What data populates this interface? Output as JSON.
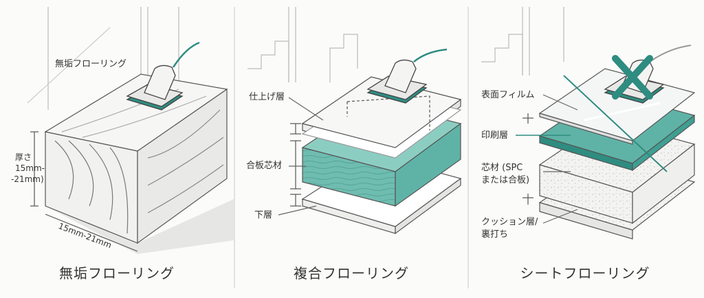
{
  "panels": [
    {
      "caption": "無垢フローリング",
      "labels": {
        "sander_label": "無垢フローリング",
        "thickness_label_1": "厚さ",
        "thickness_label_2": "15mm-",
        "thickness_label_3": "-21mm)",
        "width_label": "15mm-21mm"
      }
    },
    {
      "caption": "複合フローリング",
      "labels": {
        "finish_layer": "仕上げ層",
        "plywood_core": "合板芯材",
        "bottom_layer": "下層"
      }
    },
    {
      "caption": "シートフローリング",
      "labels": {
        "surface_film": "表面フィルム",
        "print_layer": "印刷層",
        "core_1": "芯材 (SPC",
        "core_2": "または合板)",
        "cushion_1": "クッション層/",
        "cushion_2": "裏打ち"
      }
    }
  ],
  "colors": {
    "teal": "#5fb3a6",
    "teal_dark": "#2f8c80",
    "line": "#555555",
    "cross": "#2f8c80"
  },
  "icons": [
    "sander-icon",
    "cross-mark-icon"
  ]
}
